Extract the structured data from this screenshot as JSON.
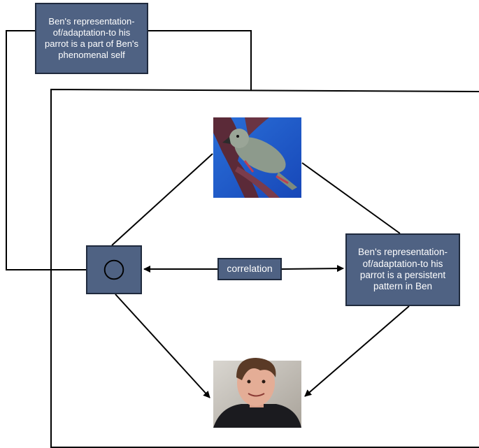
{
  "diagram": {
    "phenomenal_self_box": {
      "text": "Ben's representation-of/adaptation-to his parrot is a part of Ben's phenomenal self"
    },
    "persistent_pattern_box": {
      "text": "Ben's representation-of/adaptation-to his parrot is a persistent pattern in Ben"
    },
    "correlation_box": {
      "text": "correlation"
    },
    "self_node_box": {
      "icon": "circle-target-icon"
    },
    "parrot_image": {
      "icon": "parrot-painting"
    },
    "person_image": {
      "icon": "person-photo"
    },
    "colors": {
      "box_fill": "#4f6283",
      "box_border": "#1f2a3d",
      "box_text": "#ffffff",
      "line": "#000000"
    }
  }
}
